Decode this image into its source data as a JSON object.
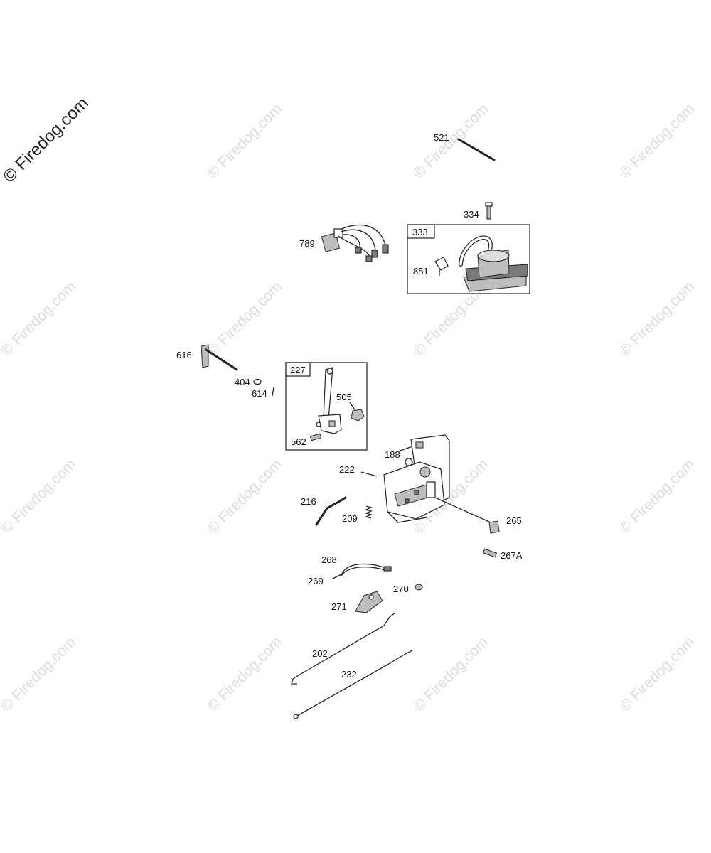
{
  "watermark": {
    "primary": "© Firedog.com",
    "tile": "© Firedog.com"
  },
  "parts": {
    "p521": "521",
    "p334": "334",
    "p333": "333",
    "p789": "789",
    "p851": "851",
    "p616": "616",
    "p404": "404",
    "p614": "614",
    "p227": "227",
    "p505": "505",
    "p562": "562",
    "p188": "188",
    "p222": "222",
    "p216": "216",
    "p209": "209",
    "p265": "265",
    "p267A": "267A",
    "p268": "268",
    "p269": "269",
    "p270": "270",
    "p271": "271",
    "p202": "202",
    "p232": "232"
  }
}
